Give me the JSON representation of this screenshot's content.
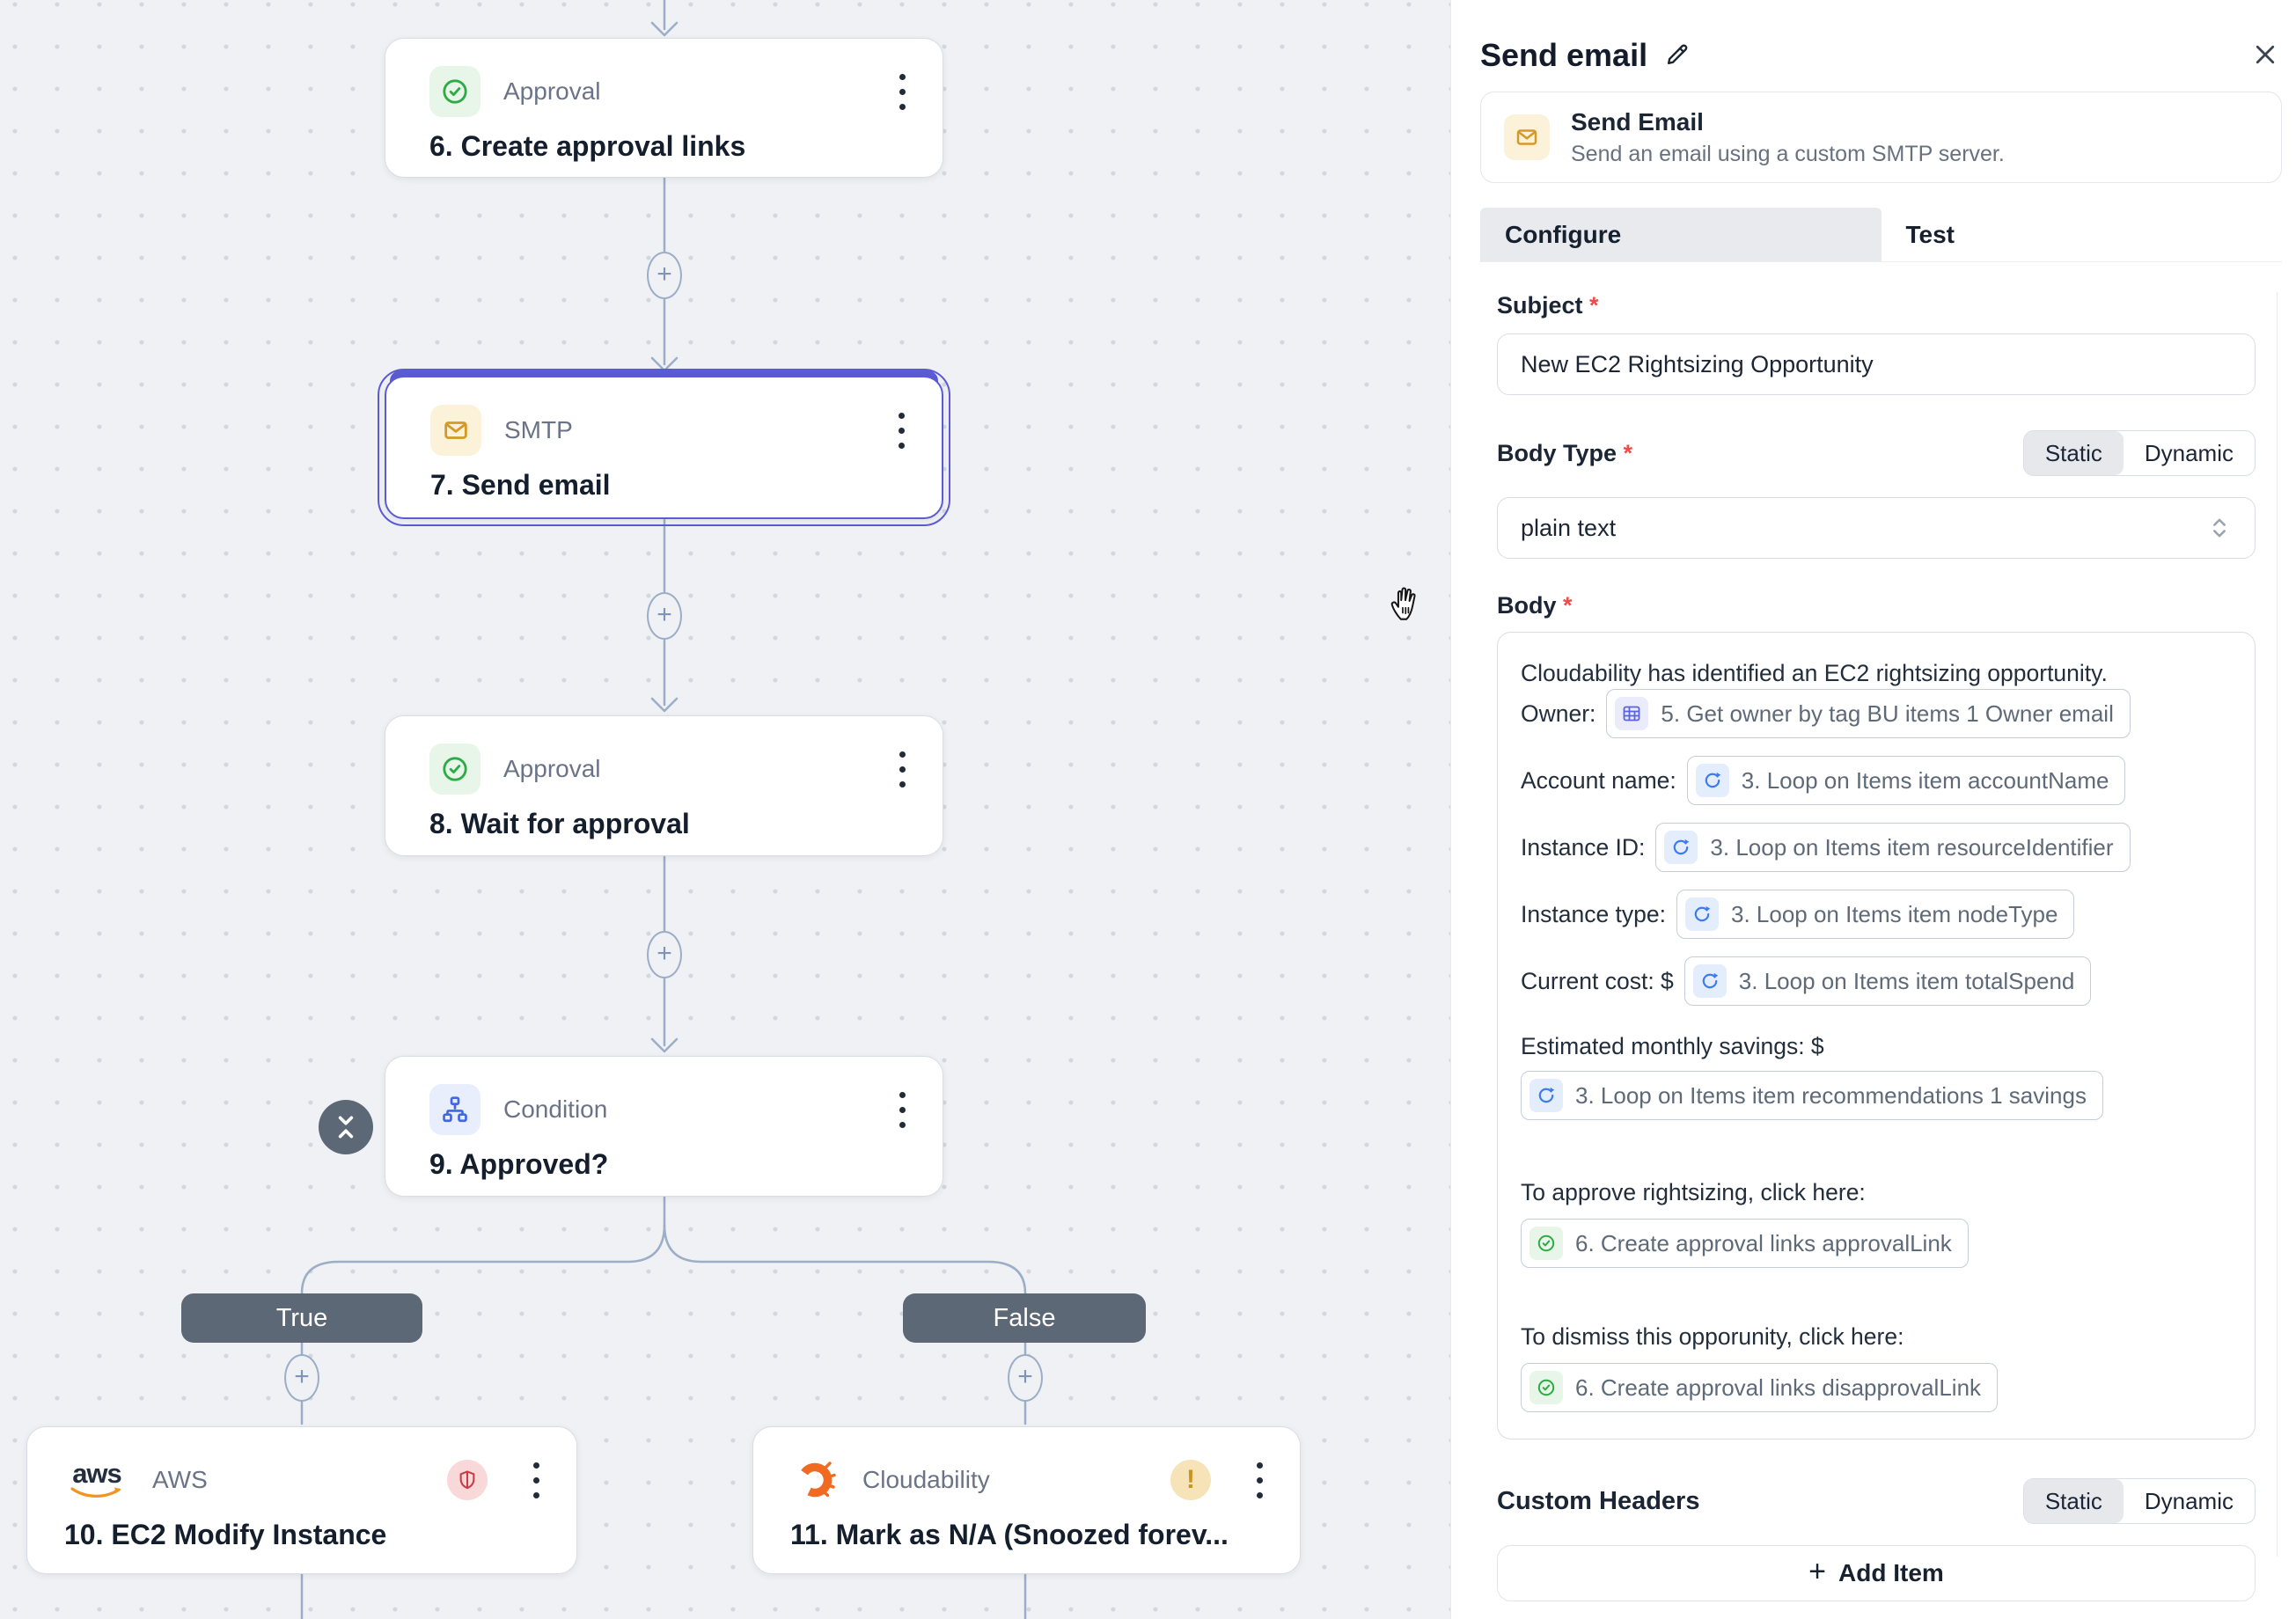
{
  "colors": {
    "accent_indigo": "#5b5bd6",
    "connector": "#9cadc8",
    "pill_bg": "#5d6877",
    "canvas_bg": "#eff1f4",
    "required_star": "#ef4b4b",
    "approval_green": "#2dab44",
    "smtp_yellow": "#d49a25",
    "condition_blue": "#4067e6",
    "aws_orange": "#f19420",
    "cloudability_orange": "#f06a21",
    "error_red": "#c63d45",
    "warning_amber": "#c9961d"
  },
  "canvas": {
    "nodes": [
      {
        "app": "Approval",
        "title": "6. Create approval links"
      },
      {
        "app": "SMTP",
        "title": "7. Send email"
      },
      {
        "app": "Approval",
        "title": "8. Wait for approval"
      },
      {
        "app": "Condition",
        "title": "9. Approved?"
      },
      {
        "app": "AWS",
        "title": "10. EC2 Modify Instance"
      },
      {
        "app": "Cloudability",
        "title": "11. Mark as N/A (Snoozed forev..."
      }
    ],
    "true_label": "True",
    "false_label": "False",
    "plus_glyph": "+"
  },
  "panel": {
    "title": "Send email",
    "action": {
      "name": "Send Email",
      "description": "Send an email using a custom SMTP server."
    },
    "tabs": [
      "Configure",
      "Test"
    ],
    "required_mark": "*",
    "toggle": {
      "static": "Static",
      "dynamic": "Dynamic"
    },
    "subject": {
      "label": "Subject",
      "value": "New EC2 Rightsizing Opportunity"
    },
    "body_type": {
      "label": "Body Type",
      "value": "plain text"
    },
    "body": {
      "label": "Body",
      "intro": "Cloudability has identified an EC2 rightsizing opportunity.",
      "rows": [
        {
          "label": "Owner:",
          "chip": "5. Get owner by tag BU items 1 Owner email"
        },
        {
          "label": "Account name:",
          "chip": "3. Loop on Items item accountName"
        },
        {
          "label": "Instance ID:",
          "chip": "3. Loop on Items item resourceIdentifier"
        },
        {
          "label": "Instance type:",
          "chip": "3. Loop on Items item nodeType"
        },
        {
          "label": "Current cost: $",
          "chip": "3. Loop on Items item totalSpend"
        }
      ],
      "savings_label": "Estimated monthly savings: $",
      "savings_chip": "3. Loop on Items item recommendations 1 savings",
      "approve_label": "To approve rightsizing, click here:",
      "approve_chip": "6. Create approval links approvalLink",
      "dismiss_label": "To dismiss this opporunity, click here:",
      "dismiss_chip": "6. Create approval links disapprovalLink"
    },
    "custom_headers": {
      "label": "Custom Headers"
    },
    "add_item_label": "Add Item"
  }
}
